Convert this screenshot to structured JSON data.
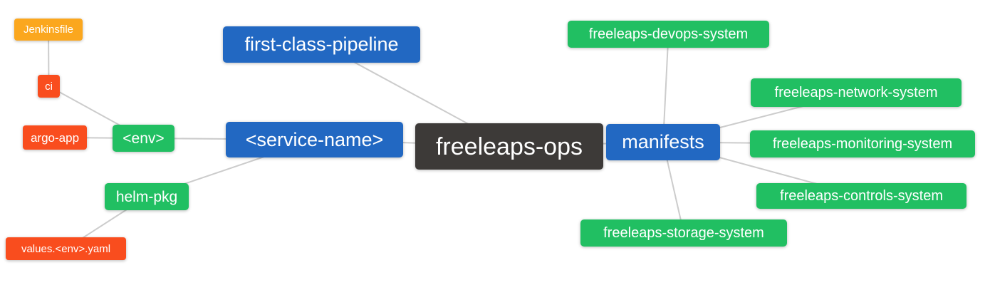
{
  "diagram": {
    "type": "mindmap",
    "root": "freeleaps-ops"
  },
  "colors": {
    "node-orange": "#fba71e",
    "node-red": "#f94d1e",
    "node-green": "#21bf62",
    "node-blue": "#2268c2",
    "node-dark": "#3d3a38",
    "edge": "#cccccc",
    "node-text": "#ffffff",
    "background": "#ffffff"
  },
  "nodes": {
    "freeleaps_ops": {
      "label": "freeleaps-ops",
      "color": "dark"
    },
    "first_class_pipeline": {
      "label": "first-class-pipeline",
      "color": "blue"
    },
    "service_name": {
      "label": "<service-name>",
      "color": "blue"
    },
    "manifests": {
      "label": "manifests",
      "color": "blue"
    },
    "env": {
      "label": "<env>",
      "color": "green"
    },
    "helm_pkg": {
      "label": "helm-pkg",
      "color": "green"
    },
    "jenkinsfile": {
      "label": "Jenkinsfile",
      "color": "orange"
    },
    "ci": {
      "label": "ci",
      "color": "red"
    },
    "argo_app": {
      "label": "argo-app",
      "color": "red"
    },
    "values_env_yaml": {
      "label": "values.<env>.yaml",
      "color": "red"
    },
    "devops_system": {
      "label": "freeleaps-devops-system",
      "color": "green"
    },
    "network_system": {
      "label": "freeleaps-network-system",
      "color": "green"
    },
    "monitoring_system": {
      "label": "freeleaps-monitoring-system",
      "color": "green"
    },
    "controls_system": {
      "label": "freeleaps-controls-system",
      "color": "green"
    },
    "storage_system": {
      "label": "freeleaps-storage-system",
      "color": "green"
    }
  },
  "edges": [
    {
      "from": "jenkinsfile",
      "to": "ci"
    },
    {
      "from": "ci",
      "to": "env"
    },
    {
      "from": "argo_app",
      "to": "env"
    },
    {
      "from": "env",
      "to": "service_name"
    },
    {
      "from": "helm_pkg",
      "to": "service_name"
    },
    {
      "from": "values_env_yaml",
      "to": "helm_pkg"
    },
    {
      "from": "service_name",
      "to": "freeleaps_ops"
    },
    {
      "from": "first_class_pipeline",
      "to": "freeleaps_ops"
    },
    {
      "from": "freeleaps_ops",
      "to": "manifests"
    },
    {
      "from": "manifests",
      "to": "devops_system"
    },
    {
      "from": "manifests",
      "to": "network_system"
    },
    {
      "from": "manifests",
      "to": "monitoring_system"
    },
    {
      "from": "manifests",
      "to": "controls_system"
    },
    {
      "from": "manifests",
      "to": "storage_system"
    }
  ]
}
